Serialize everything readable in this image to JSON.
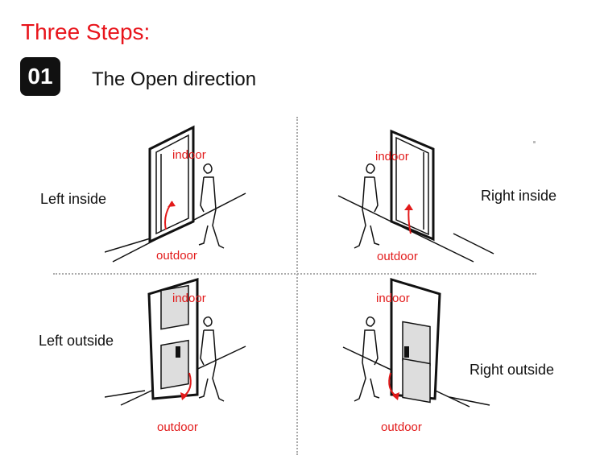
{
  "header": {
    "title": "Three Steps:"
  },
  "step": {
    "number": "01",
    "title": "The Open direction"
  },
  "quadrants": [
    {
      "name": "Left inside",
      "indoor": "indoor",
      "outdoor": "outdoor"
    },
    {
      "name": "Right inside",
      "indoor": "indoor",
      "outdoor": "outdoor"
    },
    {
      "name": "Left outside",
      "indoor": "indoor",
      "outdoor": "outdoor"
    },
    {
      "name": "Right outside",
      "indoor": "indoor",
      "outdoor": "outdoor"
    }
  ],
  "colors": {
    "accent": "#e8141b",
    "ink": "#111111"
  }
}
